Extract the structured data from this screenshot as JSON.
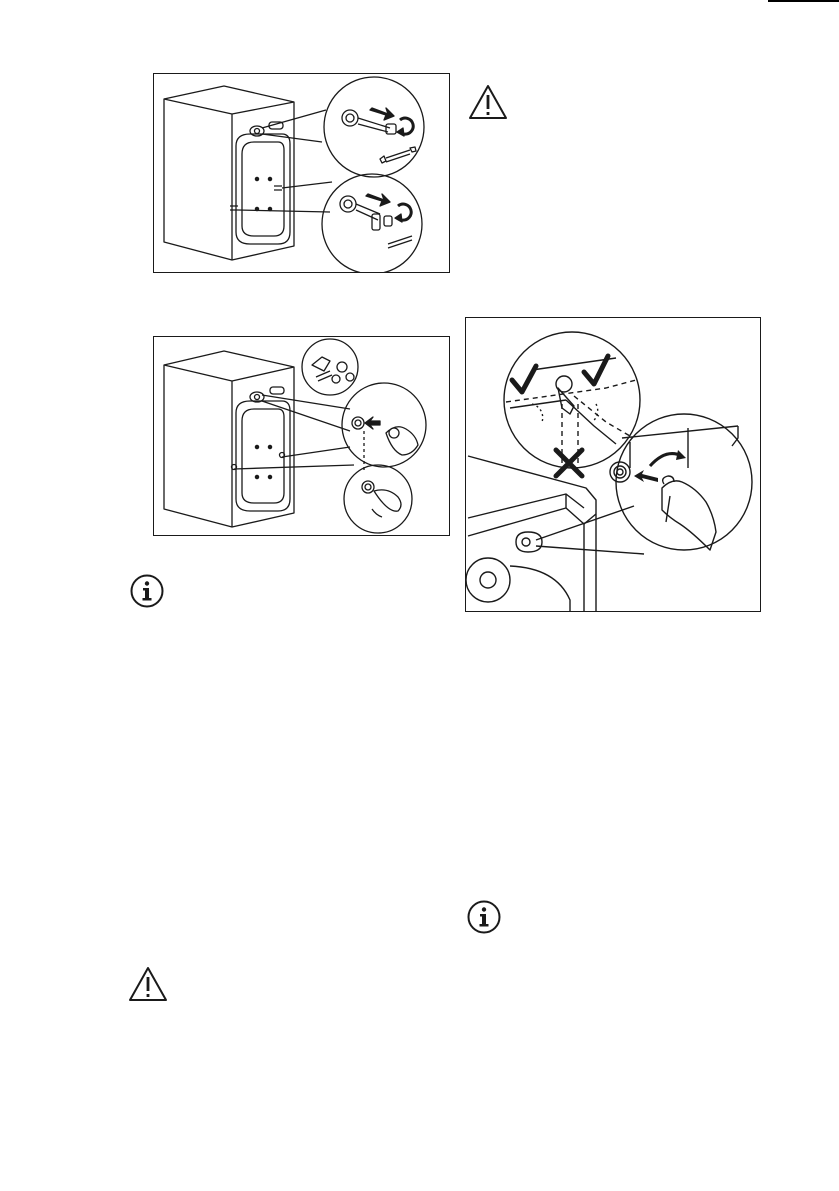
{
  "page": {
    "background": "#ffffff",
    "ink_color": "#1a1a1a"
  },
  "figures": [
    {
      "id": "transit-bolts-removal",
      "icon": "rear-panel-bolt-removal-illustration"
    },
    {
      "id": "plastic-caps-insertion",
      "icon": "rear-panel-cap-insertion-illustration"
    },
    {
      "id": "inlet-hose-angle",
      "icon": "inlet-hose-orientation-illustration"
    }
  ],
  "icons": {
    "info": "info-icon",
    "warning": "warning-icon",
    "check": "checkmark-icon",
    "cross": "cross-icon",
    "wrench": "wrench-icon",
    "rotate": "rotate-arrow-icon"
  }
}
